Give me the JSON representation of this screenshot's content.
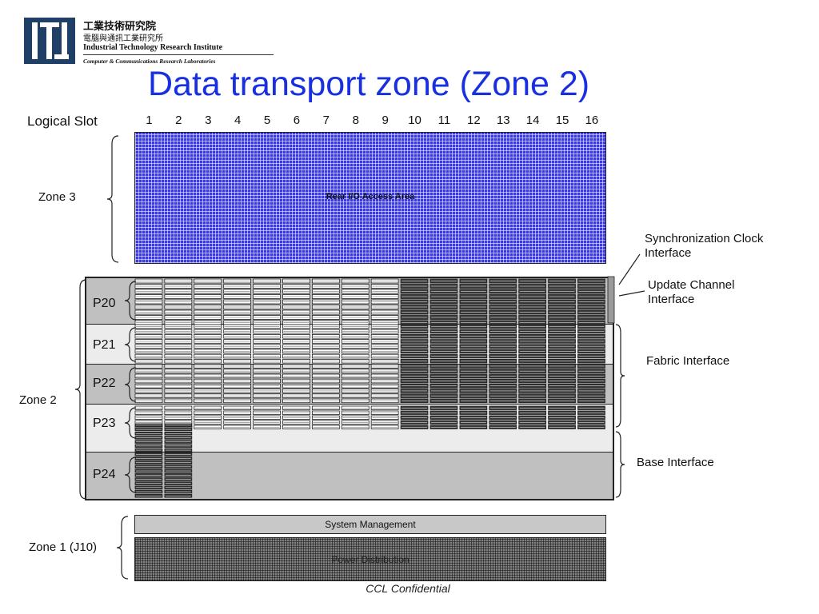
{
  "header": {
    "institute_zh": "工業技術研究院",
    "lab_zh": "電腦與通訊工業研究所",
    "institute_en": "Industrial Technology Research Institute",
    "lab_en": "Computer & Communications Research Laboratories"
  },
  "title": "Data transport zone (Zone 2)",
  "slots": {
    "label": "Logical Slot",
    "numbers": [
      "1",
      "2",
      "3",
      "4",
      "5",
      "6",
      "7",
      "8",
      "9",
      "10",
      "11",
      "12",
      "13",
      "14",
      "15",
      "16"
    ]
  },
  "zone3": {
    "label": "Zone 3",
    "area": "Rear I/O Access Area"
  },
  "zone2": {
    "label": "Zone 2",
    "connectors": [
      "P20",
      "P21",
      "P22",
      "P23",
      "P24"
    ]
  },
  "zone1": {
    "label": "Zone 1 (J10)",
    "system_management": "System Management",
    "power_distribution": "Power Distribution"
  },
  "right_labels": {
    "sync_clock": "Synchronization Clock Interface",
    "update_channel": "Update Channel Interface",
    "fabric": "Fabric Interface",
    "base": "Base Interface"
  },
  "footer": "CCL Confidential",
  "colors": {
    "title": "#1830e0",
    "zone3": "#3b3be6",
    "connector_gray": "#c0c0c0"
  }
}
